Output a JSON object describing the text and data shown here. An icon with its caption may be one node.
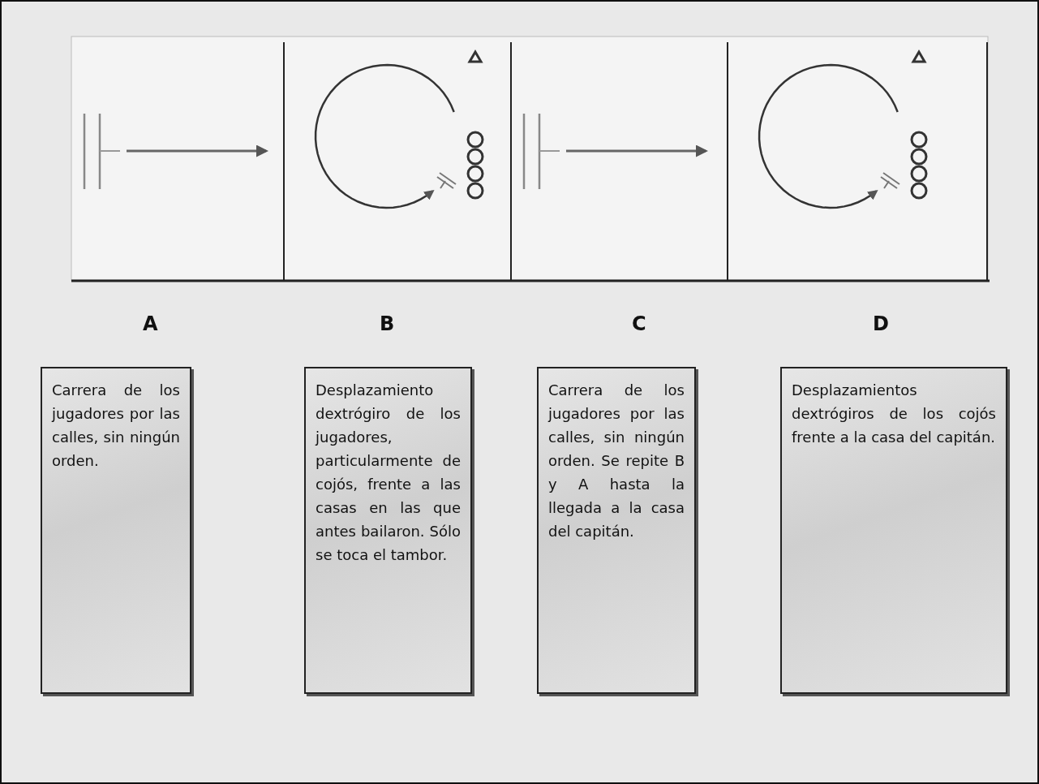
{
  "diagram": {
    "nodes": [
      {
        "text": [
          "Carrera de los jugadores por las calles, sin ningún orden."
        ]
      },
      {
        "text": [
          "Desplazamiento dextrógiro de los jugadores, particularmente de cojós, frente a las casas en las que antes bailaron. Sólo se toca el tambor."
        ]
      },
      {
        "text": [
          "Carrera de los jugadores por las calles, sin ningún orden. Se repite B y A hasta la llegada a la casa del capitán."
        ]
      },
      {
        "text": [
          "Desplazamientos dextrógiros de los cojós frente a la casa del capitán."
        ]
      }
    ],
    "labels": [
      "A",
      "B",
      "C",
      "D"
    ]
  }
}
